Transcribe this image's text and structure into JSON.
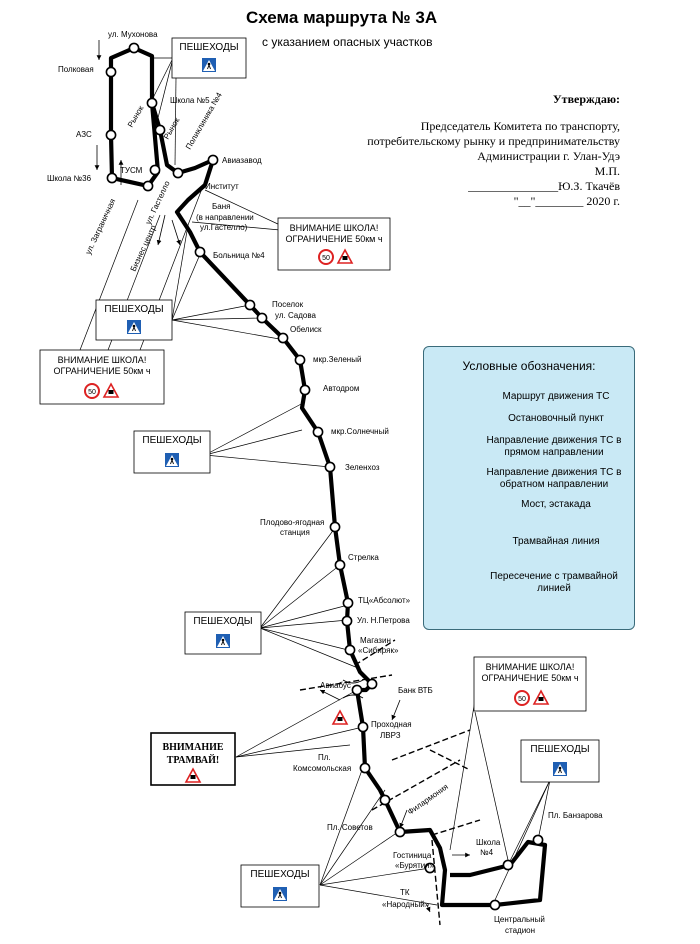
{
  "header": {
    "title": "Схема маршрута № 3А",
    "subtitle": "с указанием опасных участков"
  },
  "approval": {
    "head": "Утверждаю:",
    "lines": [
      "Председатель Комитета по транспорту,",
      "потребительскому рынку и предпринимательству",
      "Администрации г. Улан-Удэ",
      "М.П.",
      "_______________Ю.З. Ткачёв",
      "\"__\"________ 2020 г."
    ]
  },
  "legend": {
    "title": "Условные обозначения:",
    "route": "Маршрут движения ТС",
    "stop": "Остановочный пункт",
    "forward": "Направление движения ТС в прямом направлении",
    "backward": "Направление движения ТС в обратном направлении",
    "bridge": "Мост, эстакада",
    "tram_line": "Трамвайная линия",
    "tram_crossing": "Пересечение с трамвайной линией"
  },
  "warnings": {
    "pedestrians": "ПЕШЕХОДЫ",
    "school_1": "ВНИМАНИЕ ШКОЛА!",
    "school_2": "ОГРАНИЧЕНИЕ 50км ч",
    "tram_1": "ВНИМАНИЕ",
    "tram_2": "ТРАМВАЙ!",
    "speed_value": "50"
  },
  "stops": {
    "muhonova": "ул. Мухонова",
    "polkovaya": "Полковая",
    "azs": "АЗС",
    "school36": "Школа №36",
    "tusm": "ТУСМ",
    "school5": "Школа №5",
    "market_v": "Рынок",
    "market_v2": "Рынок",
    "polyclinic4": "Поликлиника №4",
    "aviazavod": "Авиазавод",
    "institute": "Институт",
    "banya_1": "Баня",
    "banya_2": "(в направлении",
    "banya_3": "ул.Гастелло)",
    "hospital4": "Больница №4",
    "poselok": "Поселок",
    "sadova": "ул. Садова",
    "obelisk": "Обелиск",
    "zeleny": "мкр.Зеленый",
    "avtodrom": "Автодром",
    "solnechny": "мкр.Солнечный",
    "zelenhoz": "Зеленхоз",
    "plodo_1": "Плодово-ягодная",
    "plodo_2": "станция",
    "strelka": "Стрелка",
    "absolut": "ТЦ«Абсолют»",
    "petrova": "Ул. Н.Петрова",
    "sibiryak_1": "Магазин",
    "sibiryak_2": "«Сибиряк»",
    "aviabus": "Авиабус",
    "bank_vtb": "Банк ВТБ",
    "lvrz_1": "Проходная",
    "lvrz_2": "ЛВРЗ",
    "komsomol_1": "Пл.",
    "komsomol_2": "Комсомольская",
    "sovetov_1": "Пл. Советов",
    "philharmonia": "Филармония",
    "gostinitsa_1": "Гостиница",
    "gostinitsa_2": "«Бурятия»",
    "school4_1": "Школа",
    "school4_2": "№4",
    "banzarova": "Пл. Банзарова",
    "tk_1": "ТК",
    "tk_2": "«Народный»",
    "stadium_1": "Центральный",
    "stadium_2": "стадион",
    "zagranichnaya": "ул. Заграничная",
    "tuszhnaya": "ул. Гастелло",
    "bazar": "Бизнес центр"
  }
}
